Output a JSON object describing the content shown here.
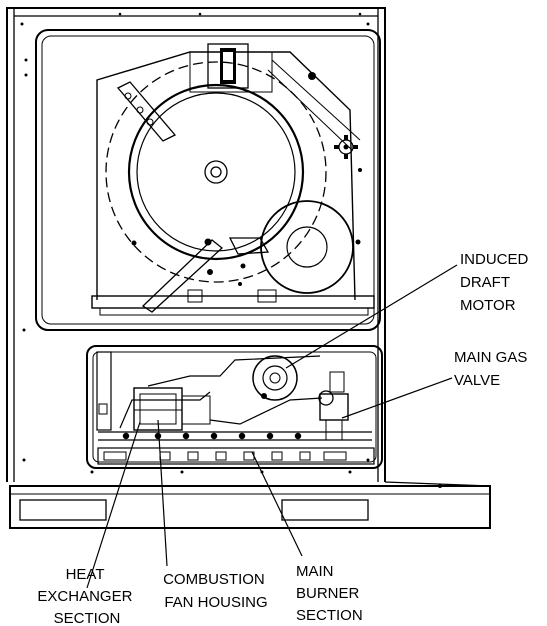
{
  "labels": {
    "induced_draft_motor": [
      "INDUCED",
      "DRAFT",
      "MOTOR"
    ],
    "main_gas_valve": [
      "MAIN GAS",
      "VALVE"
    ],
    "heat_exchanger_section": [
      "HEAT",
      "EXCHANGER",
      "SECTION"
    ],
    "combustion_fan_housing": [
      "COMBUSTION",
      "FAN HOUSING"
    ],
    "main_burner_section": [
      "MAIN",
      "BURNER",
      "SECTION"
    ]
  },
  "colors": {
    "line": "#000000",
    "background": "#ffffff"
  }
}
